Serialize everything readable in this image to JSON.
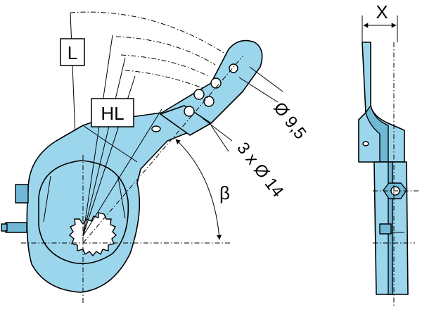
{
  "labels": {
    "length": "L",
    "hole_length": "HL",
    "width": "X",
    "small_hole": "Ø 9,5",
    "large_holes": "3 x Ø 14",
    "angle": "β"
  },
  "colors": {
    "part_fill": "#9cd6ec",
    "part_shade": "#6fb9d6",
    "line": "#000000",
    "background": "#ffffff"
  }
}
